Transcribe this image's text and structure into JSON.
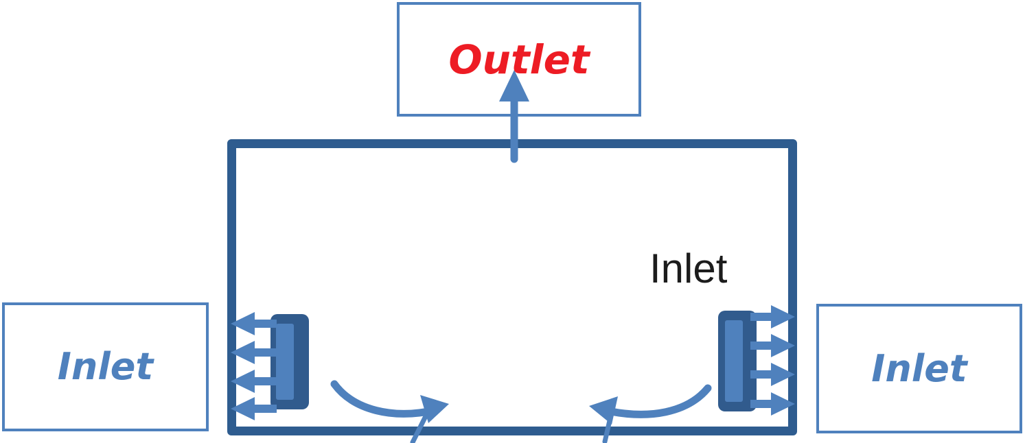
{
  "diagram": {
    "outlet_box": {
      "label": "Outlet"
    },
    "left_inlet_box": {
      "label": "Inlet"
    },
    "right_inlet_box": {
      "label": "Inlet"
    },
    "room_inlet_label": {
      "label": "Inlet"
    }
  },
  "colors": {
    "room_border": "#2e5c8f",
    "box_border": "#4f81bd",
    "arrow": "#4f81bd",
    "vent_outer": "#315b8d",
    "vent_inner": "#4f81bd",
    "outlet_text": "#ed1c24",
    "inlet_text": "#4f81bd",
    "room_label_text": "#1c1c1c"
  }
}
